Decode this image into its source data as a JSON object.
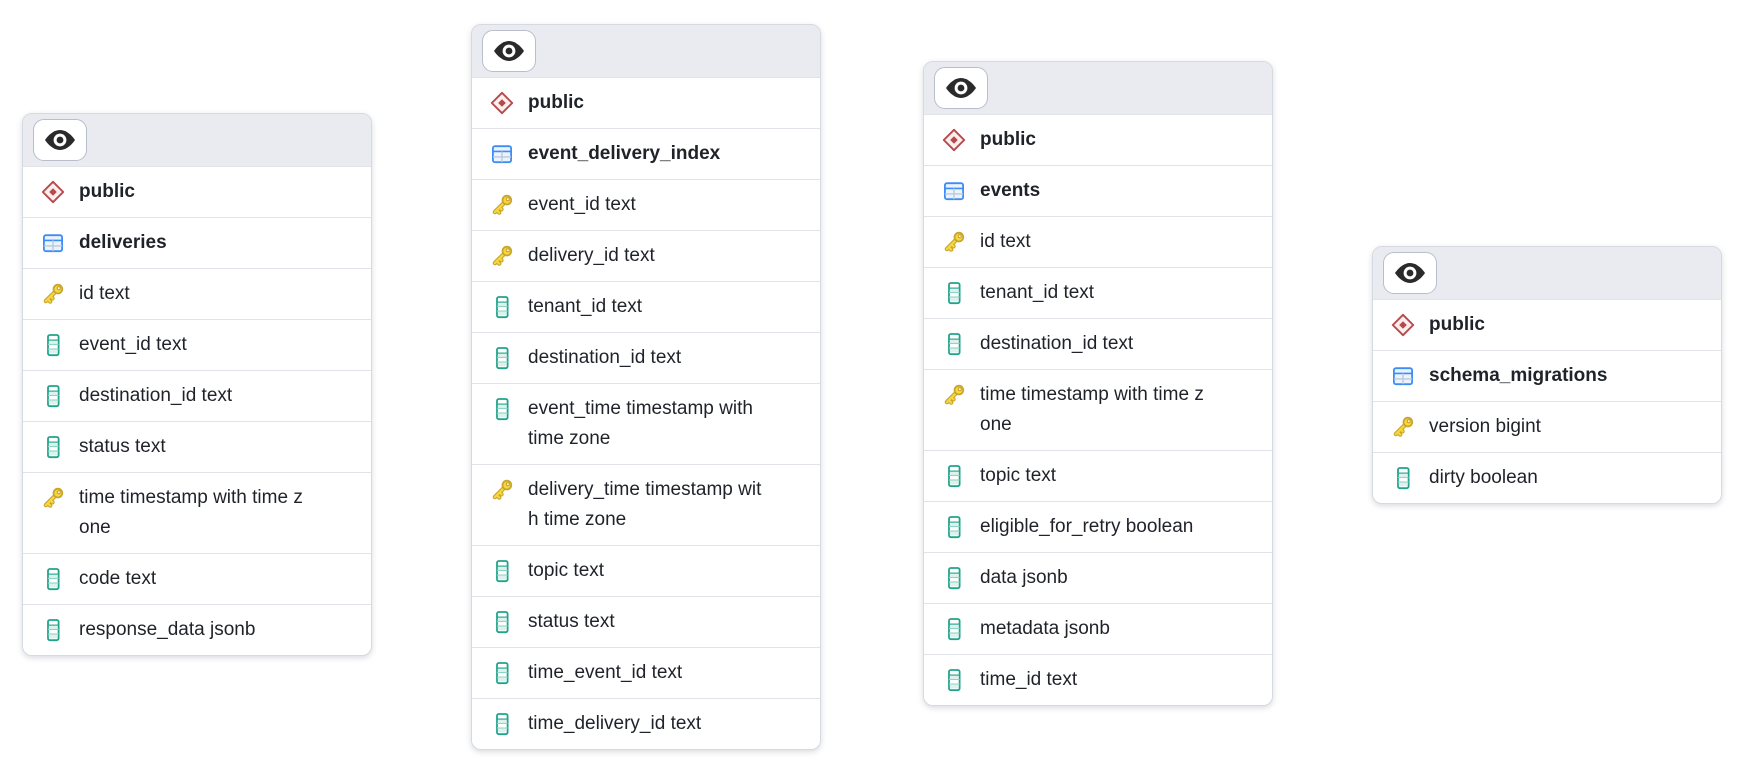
{
  "app": {
    "view_name": "schema-visualizer"
  },
  "colors": {
    "header_bg": "#e9ebf0",
    "card_border": "#d5d9e0",
    "row_divider": "#e0e3e8",
    "text": "#1f2329",
    "eye_black": "#2a2a2a",
    "schema_diamond_red": "#b5494b",
    "table_icon_blue": "#3e8df6",
    "key_icon_gold": "#f5d73e",
    "column_icon_teal": "#21a38b"
  },
  "icons": {
    "header_toggle": "eye-icon",
    "schema": "diamond-icon",
    "table": "table-grid-icon",
    "primary_key": "key-icon",
    "column": "column-icon"
  },
  "tables": [
    {
      "schema": "public",
      "name": "deliveries",
      "columns": [
        {
          "label": "id text",
          "icon": "key"
        },
        {
          "label": "event_id text",
          "icon": "column"
        },
        {
          "label": "destination_id text",
          "icon": "column"
        },
        {
          "label": "status text",
          "icon": "column"
        },
        {
          "label": "time timestamp with time zone",
          "icon": "key"
        },
        {
          "label": "code text",
          "icon": "column"
        },
        {
          "label": "response_data jsonb",
          "icon": "column"
        }
      ]
    },
    {
      "schema": "public",
      "name": "event_delivery_index",
      "columns": [
        {
          "label": "event_id text",
          "icon": "key"
        },
        {
          "label": "delivery_id text",
          "icon": "key"
        },
        {
          "label": "tenant_id text",
          "icon": "column"
        },
        {
          "label": "destination_id text",
          "icon": "column"
        },
        {
          "label": "event_time timestamp with time zone",
          "icon": "column"
        },
        {
          "label": "delivery_time timestamp with time zone",
          "icon": "key"
        },
        {
          "label": "topic text",
          "icon": "column"
        },
        {
          "label": "status text",
          "icon": "column"
        },
        {
          "label": "time_event_id text",
          "icon": "column"
        },
        {
          "label": "time_delivery_id text",
          "icon": "column"
        }
      ]
    },
    {
      "schema": "public",
      "name": "events",
      "columns": [
        {
          "label": "id text",
          "icon": "key"
        },
        {
          "label": "tenant_id text",
          "icon": "column"
        },
        {
          "label": "destination_id text",
          "icon": "column"
        },
        {
          "label": "time timestamp with time zone",
          "icon": "key"
        },
        {
          "label": "topic text",
          "icon": "column"
        },
        {
          "label": "eligible_for_retry boolean",
          "icon": "column"
        },
        {
          "label": "data jsonb",
          "icon": "column"
        },
        {
          "label": "metadata jsonb",
          "icon": "column"
        },
        {
          "label": "time_id text",
          "icon": "column"
        }
      ]
    },
    {
      "schema": "public",
      "name": "schema_migrations",
      "columns": [
        {
          "label": "version bigint",
          "icon": "key"
        },
        {
          "label": "dirty boolean",
          "icon": "column"
        }
      ]
    }
  ]
}
